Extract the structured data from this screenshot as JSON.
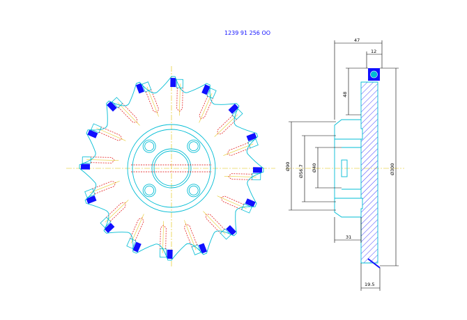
{
  "title": "1239 91 256 ОО",
  "dimensions": {
    "overall_width": "47",
    "top_step": "12",
    "shoulder_height": "48",
    "bore_outer": "Ø90",
    "bore_mid": "Ø56.7",
    "bore_inner": "Ø40",
    "outer_diameter": "Ø300",
    "hub_width": "31",
    "base_width": "19.5"
  },
  "colors": {
    "outline": "#00bcd4",
    "dimension": "#000000",
    "centerline": "#e0c000",
    "hidden": "#e00000",
    "insert": "#1010ff",
    "title": "#1010ff"
  },
  "teeth_count": 16
}
